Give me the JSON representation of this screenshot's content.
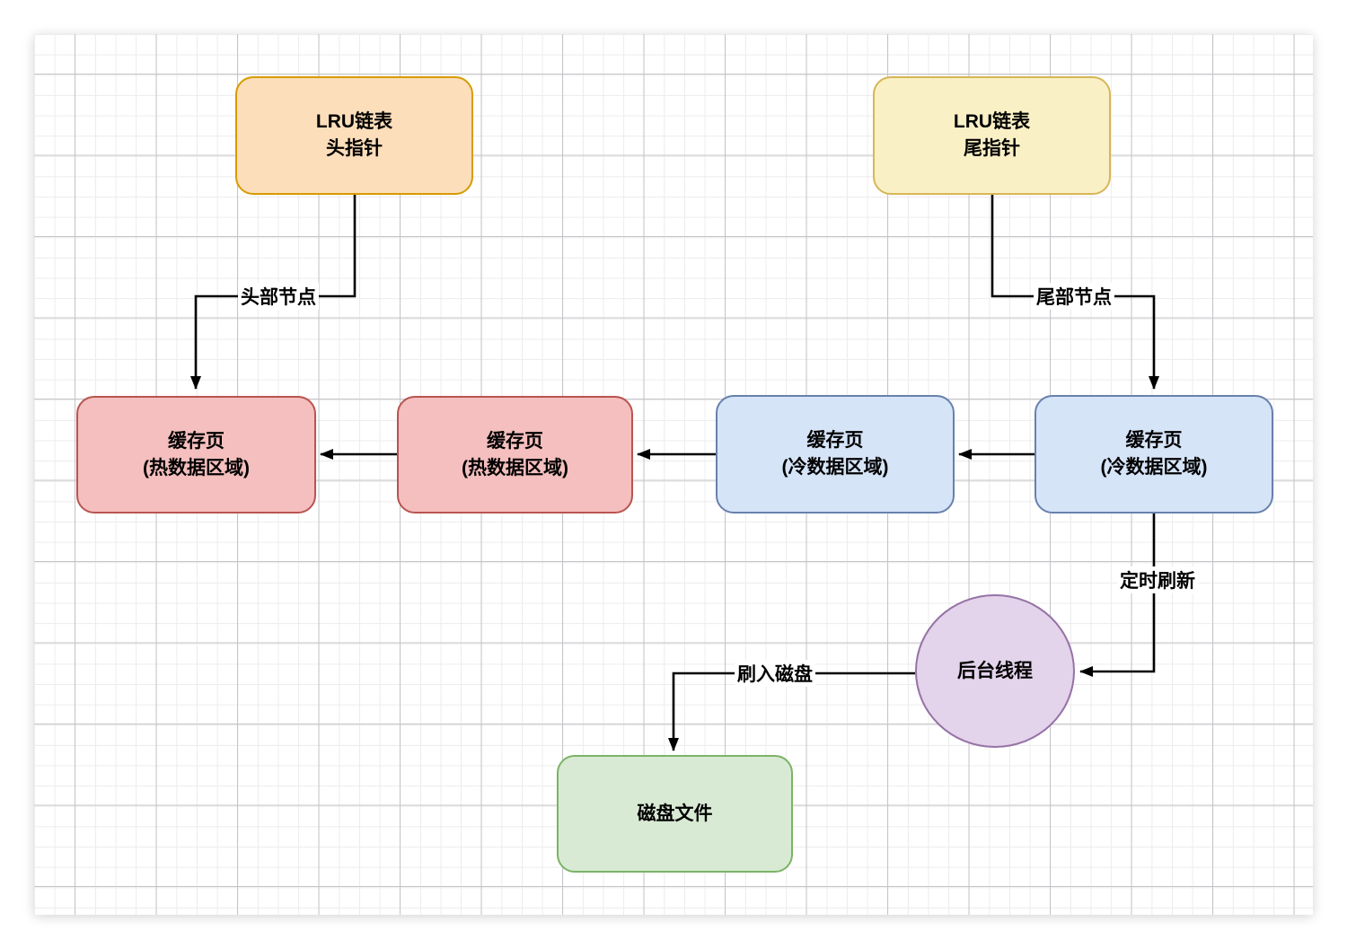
{
  "diagram": {
    "description_domain": "LRU buffer-pool flush flow diagram",
    "nodes": {
      "lru_head": {
        "line1": "LRU链表",
        "line2": "头指针"
      },
      "lru_tail": {
        "line1": "LRU链表",
        "line2": "尾指针"
      },
      "hot_page_1": {
        "line1": "缓存页",
        "line2": "(热数据区域)"
      },
      "hot_page_2": {
        "line1": "缓存页",
        "line2": "(热数据区域)"
      },
      "cold_page_1": {
        "line1": "缓存页",
        "line2": "(冷数据区域)"
      },
      "cold_page_2": {
        "line1": "缓存页",
        "line2": "(冷数据区域)"
      },
      "bg_thread": {
        "label": "后台线程"
      },
      "disk_file": {
        "label": "磁盘文件"
      }
    },
    "edge_labels": {
      "head_node": "头部节点",
      "tail_node": "尾部节点",
      "timed_flush": "定时刷新",
      "flush_to_disk": "刷入磁盘"
    },
    "colors": {
      "head_pointer_fill": "#fcdebb",
      "head_pointer_stroke": "#d79b00",
      "tail_pointer_fill": "#faf0c6",
      "tail_pointer_stroke": "#d6b656",
      "hot_page_fill": "#f4bfbe",
      "hot_page_stroke": "#b85450",
      "cold_page_fill": "#d6e4f8",
      "cold_page_stroke": "#6881ac",
      "thread_fill": "#e3d3eb",
      "thread_stroke": "#9673a6",
      "disk_fill": "#d8ead3",
      "disk_stroke": "#7cb366",
      "connector": "#000000"
    }
  }
}
